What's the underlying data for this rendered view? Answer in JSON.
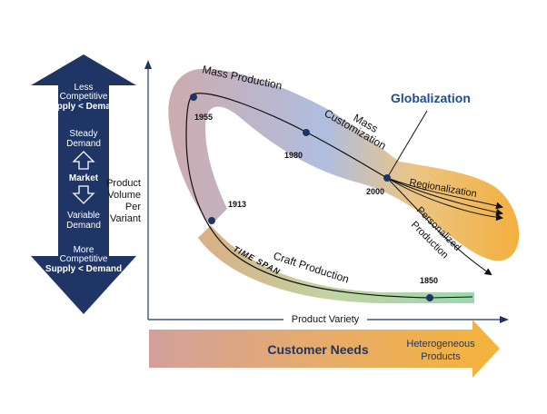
{
  "left_panel": {
    "top_line1": "Less",
    "top_line2": "Competitive",
    "top_line3": "Supply < Demand",
    "steady_line1": "Steady",
    "steady_line2": "Demand",
    "market": "Market",
    "variable_line1": "Variable",
    "variable_line2": "Demand",
    "bottom_line1": "More",
    "bottom_line2": "Competitive",
    "bottom_line3": "Supply < Demand"
  },
  "axes": {
    "y_line1": "Product",
    "y_line2": "Volume",
    "y_line3": "Per",
    "y_line4": "Variant",
    "x_label": "Product Variety"
  },
  "curve": {
    "mass_production": "Mass Production",
    "mass_customization_1": "Mass",
    "mass_customization_2": "Customization",
    "globalization": "Globalization",
    "regionalization": "Regionalization",
    "personalized_1": "Personalized",
    "personalized_2": "Production",
    "craft_production": "Craft Production",
    "time_span": "TIME SPAN"
  },
  "years": {
    "y1955": "1955",
    "y1980": "1980",
    "y2000": "2000",
    "y1913": "1913",
    "y1850": "1850"
  },
  "bottom_arrow": {
    "customer_needs": "Customer Needs",
    "hetero_1": "Heterogeneous",
    "hetero_2": "Products"
  },
  "colors": {
    "navy": "#1f3566",
    "band_mauve": "#c8a0a6",
    "band_blue": "#a9b8dc",
    "band_orange": "#f3b040",
    "band_green": "#8ed0a0",
    "title_blue": "#1f4e8c"
  }
}
